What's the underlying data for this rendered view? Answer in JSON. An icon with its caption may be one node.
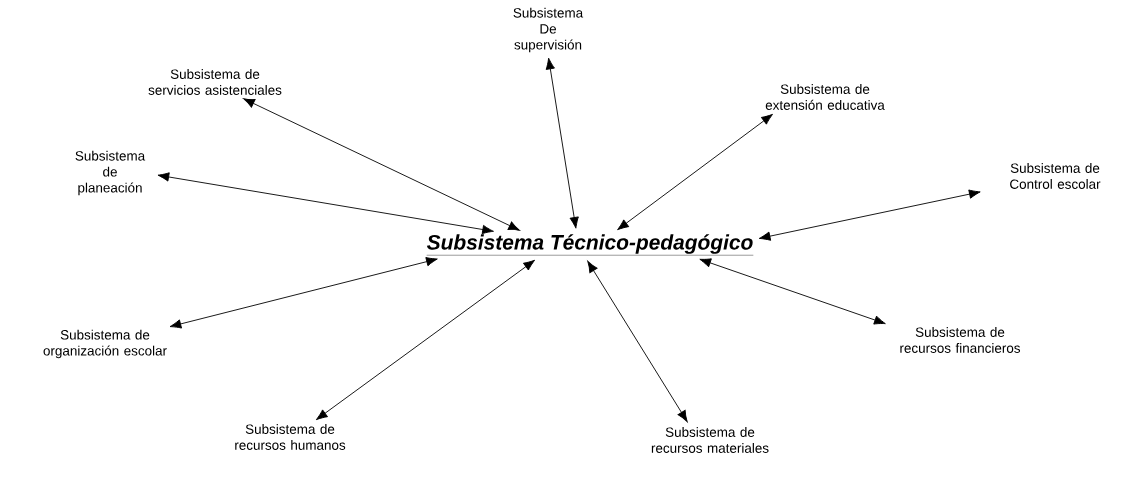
{
  "diagram": {
    "nodes": [
      {
        "text": [
          "Subsistema Técnico-pedagógico"
        ]
      },
      {
        "text": [
          "Subsistema De supervisión"
        ]
      },
      {
        "text": [
          "Subsistema de servicios asistenciales"
        ]
      },
      {
        "text": [
          "Subsistema de extensión educativa"
        ]
      },
      {
        "text": [
          "Subsistema de planeación"
        ]
      },
      {
        "text": [
          "Subsistema de Control escolar"
        ]
      },
      {
        "text": [
          "Subsistema de organización escolar"
        ]
      },
      {
        "text": [
          "Subsistema de recursos financieros"
        ]
      },
      {
        "text": [
          "Subsistema de recursos humanos"
        ]
      },
      {
        "text": [
          "Subsistema de recursos materiales"
        ]
      }
    ],
    "edges": [
      {
        "from": 0,
        "to": 1,
        "arrow": "both"
      },
      {
        "from": 0,
        "to": 2,
        "arrow": "both"
      },
      {
        "from": 0,
        "to": 3,
        "arrow": "both"
      },
      {
        "from": 0,
        "to": 4,
        "arrow": "both"
      },
      {
        "from": 0,
        "to": 5,
        "arrow": "both"
      },
      {
        "from": 0,
        "to": 6,
        "arrow": "both"
      },
      {
        "from": 0,
        "to": 7,
        "arrow": "both"
      },
      {
        "from": 0,
        "to": 8,
        "arrow": "both"
      },
      {
        "from": 0,
        "to": 9,
        "arrow": "both"
      }
    ]
  }
}
